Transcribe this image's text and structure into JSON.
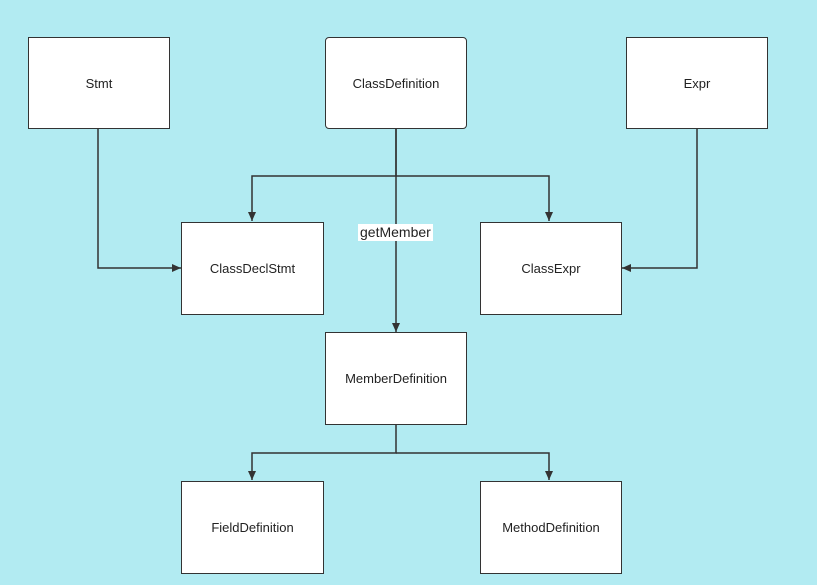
{
  "nodes": {
    "stmt": "Stmt",
    "class_definition": "ClassDefinition",
    "expr": "Expr",
    "class_decl_stmt": "ClassDeclStmt",
    "class_expr": "ClassExpr",
    "member_definition": "MemberDefinition",
    "field_definition": "FieldDefinition",
    "method_definition": "MethodDefinition"
  },
  "edges": {
    "get_member": "getMember"
  },
  "colors": {
    "background": "#b2ebf2",
    "node_fill": "#ffffff",
    "stroke": "#333333"
  }
}
